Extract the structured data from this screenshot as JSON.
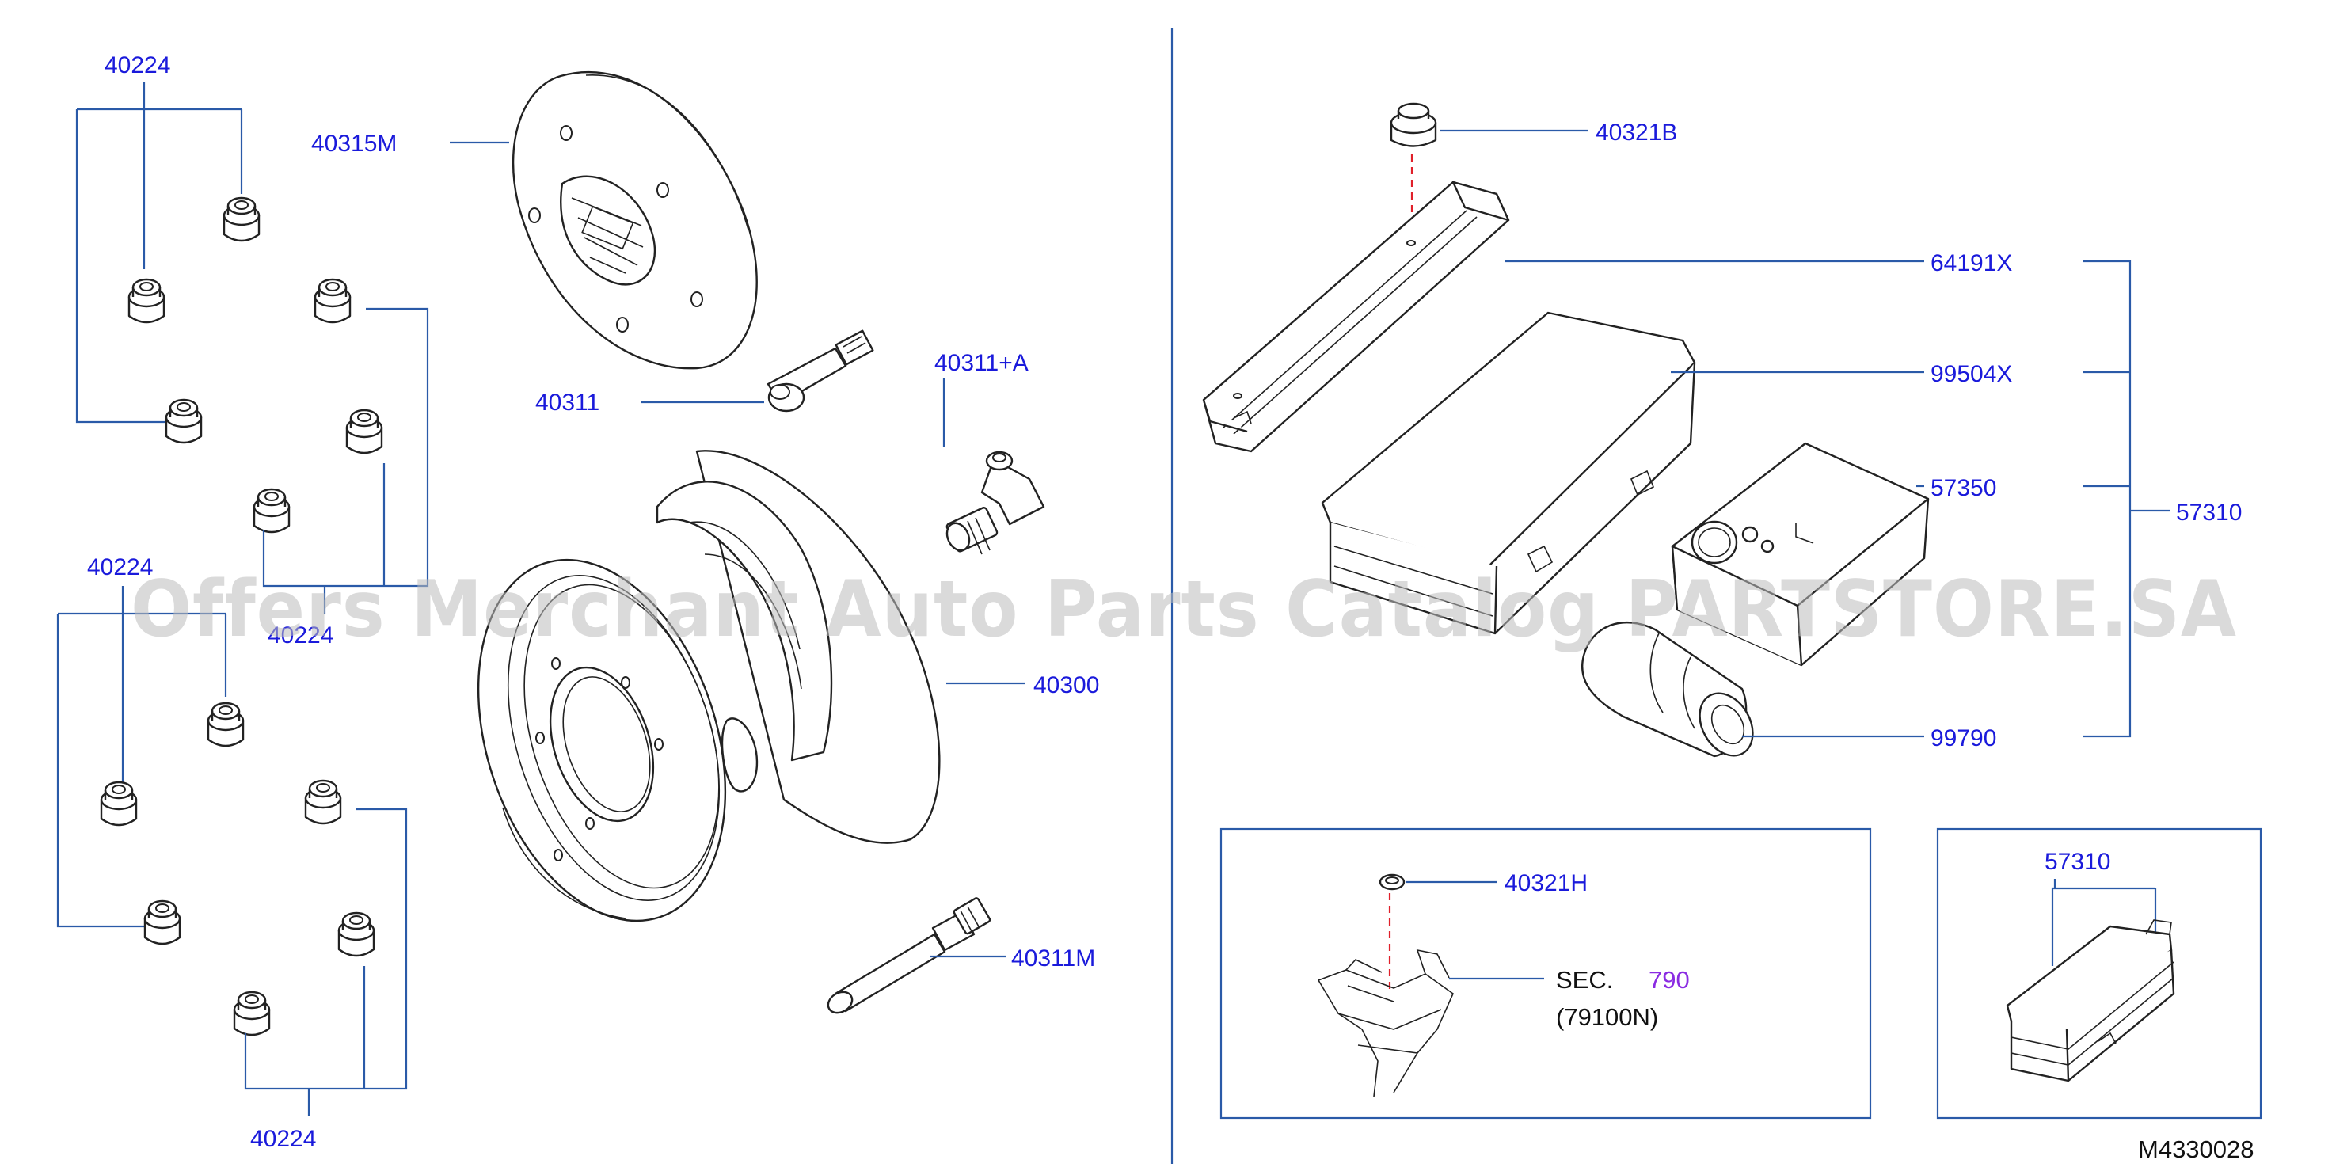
{
  "labels": {
    "nut_group_top": "40224",
    "wheel_cover": "40315M",
    "valve": "40311",
    "valve_a": "40311+A",
    "nut_group_mid_right": "40224",
    "nut_group_left_lower": "40224",
    "wheel": "40300",
    "valve_m": "40311M",
    "nut_group_bottom": "40224",
    "grommet_b": "40321B",
    "kit_case": "64191X",
    "sealant": "99504X",
    "compressor": "57350",
    "kit_assembly": "57310",
    "bottle": "99790",
    "grommet_h": "40321H",
    "sec_prefix": "SEC.",
    "sec_number": "790",
    "sec_sub": "(79100N)",
    "inset_kit": "57310",
    "diagram_code": "M4330028"
  },
  "watermark": "Offers Merchant Auto Parts Catalog PARTSTORE.SA",
  "colors": {
    "label": "#1a1adb",
    "leader_line": "#2a5aa8",
    "section_ref": "#8a2be2",
    "dashed_axis": "#e0202a",
    "watermark": "#bdbdbd"
  }
}
